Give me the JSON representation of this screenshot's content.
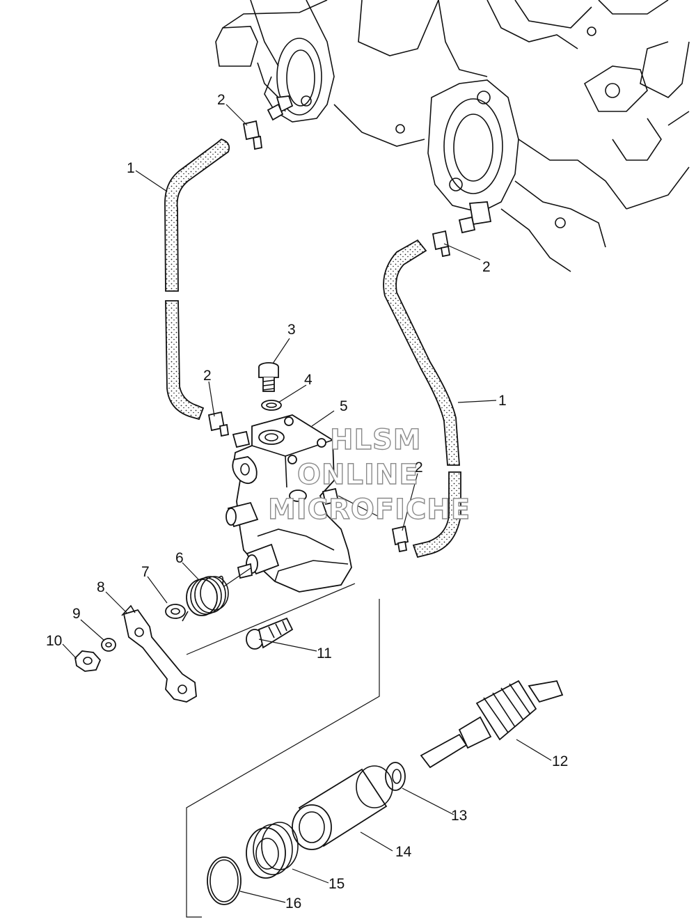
{
  "callouts": [
    {
      "id": "c1a",
      "text": "1"
    },
    {
      "id": "c1b",
      "text": "1"
    },
    {
      "id": "c2a",
      "text": "2"
    },
    {
      "id": "c2b",
      "text": "2"
    },
    {
      "id": "c2c",
      "text": "2"
    },
    {
      "id": "c2d",
      "text": "2"
    },
    {
      "id": "c3",
      "text": "3"
    },
    {
      "id": "c4",
      "text": "4"
    },
    {
      "id": "c5",
      "text": "5"
    },
    {
      "id": "c6",
      "text": "6"
    },
    {
      "id": "c7",
      "text": "7"
    },
    {
      "id": "c8",
      "text": "8"
    },
    {
      "id": "c9",
      "text": "9"
    },
    {
      "id": "c10",
      "text": "10"
    },
    {
      "id": "c11",
      "text": "11"
    },
    {
      "id": "c12",
      "text": "12"
    },
    {
      "id": "c13",
      "text": "13"
    },
    {
      "id": "c14",
      "text": "14"
    },
    {
      "id": "c15",
      "text": "15"
    },
    {
      "id": "c16",
      "text": "16"
    }
  ],
  "watermark": {
    "line1": "HLSM",
    "line2": "ONLINE",
    "line3": "MICROFICHE"
  }
}
